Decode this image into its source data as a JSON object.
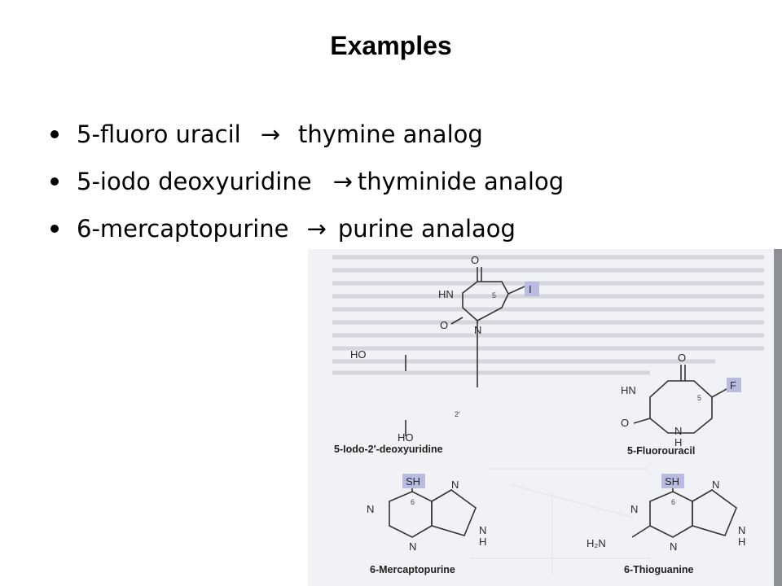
{
  "slide": {
    "title": "Examples",
    "bullets": [
      {
        "left": "5-fluoro uracil",
        "arrow": "→",
        "right": "thymine analog"
      },
      {
        "left": "5-iodo deoxyuridine",
        "arrow": "→",
        "right": "thyminide analog"
      },
      {
        "left": "6-mercaptopurine",
        "arrow": "→",
        "right": "purine analaog"
      }
    ]
  },
  "figure": {
    "labels": {
      "iodo_deoxyuridine": "5-Iodo-2′-deoxyuridine",
      "fluorouracil": "5-Fluorouracil",
      "mercaptopurine": "6-Mercaptopurine",
      "thioguanine": "6-Thioguanine"
    },
    "atoms": {
      "I": "I",
      "F": "F",
      "SH": "SH",
      "HN": "HN",
      "N": "N",
      "O": "O",
      "HO": "HO",
      "H": "H",
      "H2N": "H₂N",
      "five": "5",
      "six": "6",
      "two_prime": "2′"
    },
    "colors": {
      "highlight": "#b8bce0",
      "scan_background": "#f1f2f5"
    }
  }
}
